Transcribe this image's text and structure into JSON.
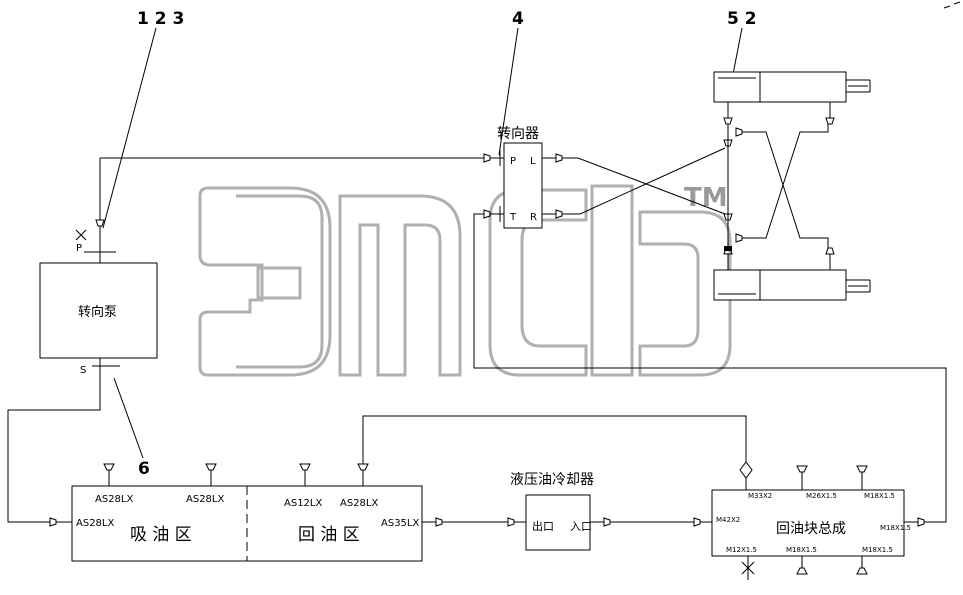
{
  "callouts": {
    "c123": "1 2 3",
    "c4": "4",
    "c52": "5 2",
    "c6": "6"
  },
  "steering_gear": {
    "title": "转向器",
    "port_p": "P",
    "port_l": "L",
    "port_t": "T",
    "port_r": "R"
  },
  "pump": {
    "label": "转向泵",
    "port_p": "P",
    "port_s": "S"
  },
  "tank": {
    "suction_zone": "吸 油 区",
    "return_zone": "回 油 区",
    "fittings": [
      "AS28LX",
      "AS28LX",
      "AS12LX",
      "AS28LX"
    ],
    "inlet_fitting": "AS28LX",
    "outlet_fitting": "AS35LX"
  },
  "cooler": {
    "title": "液压油冷却器",
    "outlet": "出口",
    "inlet": "入口"
  },
  "return_block": {
    "label": "回油块总成",
    "ports_top": [
      "M33X2",
      "M26X1.5",
      "M18X1.5"
    ],
    "port_left": "M42X2",
    "port_right": "M18X1.5",
    "ports_bottom": [
      "M12X1.5",
      "M18X1.5",
      "M18X1.5"
    ]
  },
  "watermark": {
    "trademark": "TM"
  }
}
